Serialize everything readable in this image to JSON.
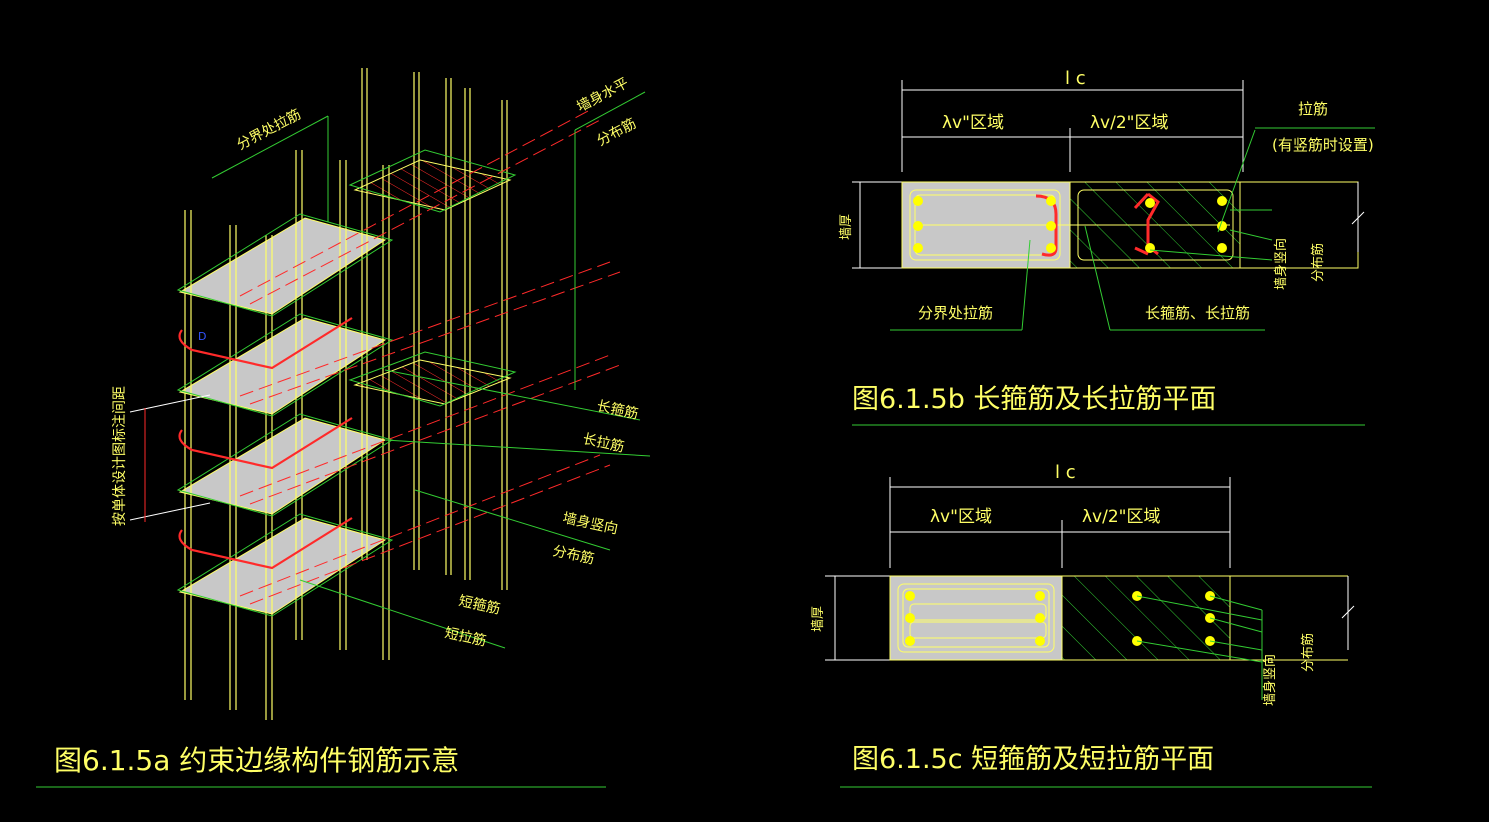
{
  "colors": {
    "background": "#000000",
    "text": "#ffff66",
    "leader": "#33cc33",
    "hatch": "#33cc33",
    "red_bar": "#ff2a2a",
    "slab": "#c8c8c8"
  },
  "fig_a": {
    "caption": "图6.1.5a 约束边缘构件钢筋示意",
    "labels": {
      "boundary_tie": "分界处拉筋",
      "wall_horizontal_1": "墙身水平",
      "wall_horizontal_2": "分布筋",
      "long_hoop": "长箍筋",
      "long_tie": "长拉筋",
      "wall_vertical_1": "墙身竖向",
      "wall_vertical_2": "分布筋",
      "short_hoop": "短箍筋",
      "short_tie": "短拉筋",
      "spacing": "按单体设计图标注间距"
    }
  },
  "fig_b": {
    "caption": "图6.1.5b 长箍筋及长拉筋平面",
    "lc": "l c",
    "zone1": "λv\"区域",
    "zone2": "λv/2\"区域",
    "tie": "拉筋",
    "tie_note": "(有竖筋时设置)",
    "wall_thickness": "墙厚",
    "boundary_tie": "分界处拉筋",
    "long_hoop_tie": "长箍筋、长拉筋",
    "wall_vertical_1": "墙身竖向",
    "wall_vertical_2": "分布筋"
  },
  "fig_c": {
    "caption": "图6.1.5c 短箍筋及短拉筋平面",
    "lc": "l c",
    "zone1": "λv\"区域",
    "zone2": "λv/2\"区域",
    "wall_thickness": "墙厚",
    "wall_vertical_1": "墙身竖向",
    "wall_vertical_2": "分布筋"
  }
}
